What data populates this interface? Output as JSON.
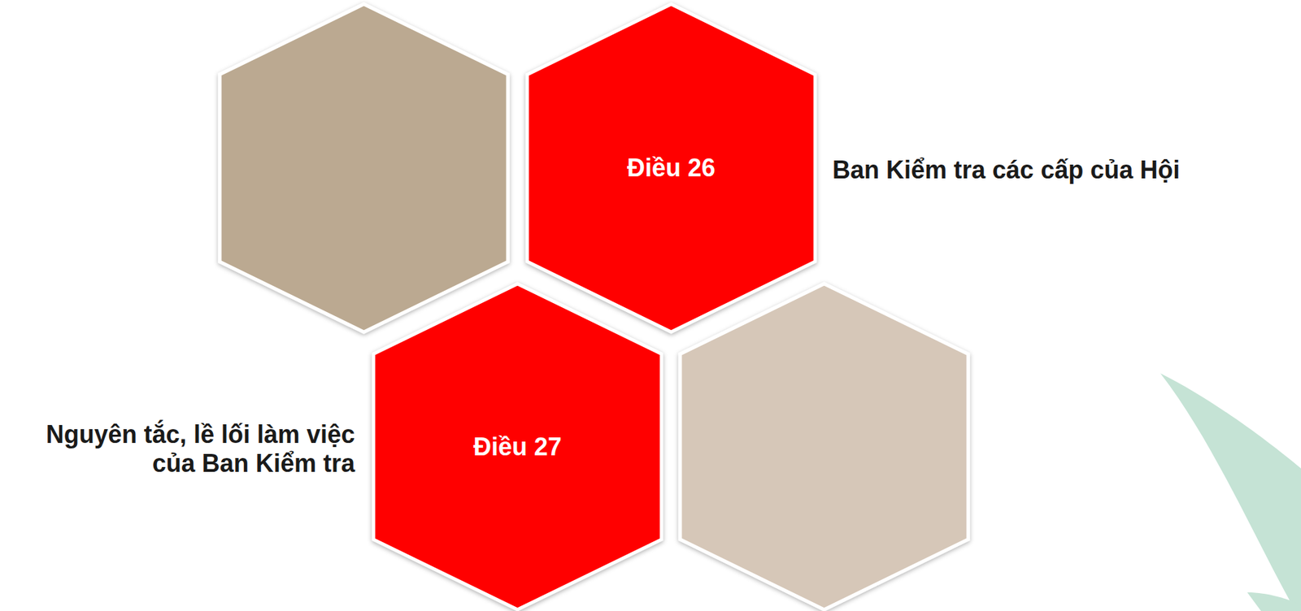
{
  "diagram": {
    "nodes": [
      {
        "text": [
          "Điều 26",
          "Ban Kiểm tra các cấp của Hội"
        ]
      },
      {
        "text": [
          "Điều 27",
          "Nguyên tắc, lề lối làm việc của Ban Kiểm tra"
        ]
      }
    ]
  }
}
